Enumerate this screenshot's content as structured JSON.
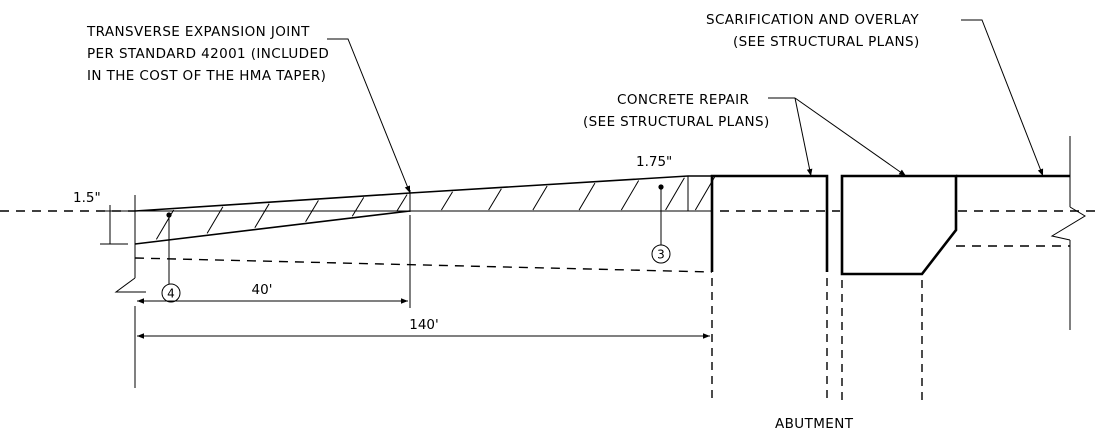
{
  "notes": {
    "transverse_joint": [
      "TRANSVERSE EXPANSION JOINT",
      "PER STANDARD 42001 (INCLUDED",
      "IN THE COST OF THE HMA TAPER)"
    ],
    "scarification": [
      "SCARIFICATION AND OVERLAY",
      "(SEE STRUCTURAL PLANS)"
    ],
    "concrete_repair": [
      "CONCRETE REPAIR",
      "(SEE STRUCTURAL PLANS)"
    ],
    "abutment": "ABUTMENT"
  },
  "dimensions": {
    "thickness_start": "1.5\"",
    "thickness_end": "1.75\"",
    "joint_distance": "40'",
    "taper_length": "140'"
  },
  "callouts": {
    "left": "4",
    "right": "3"
  }
}
